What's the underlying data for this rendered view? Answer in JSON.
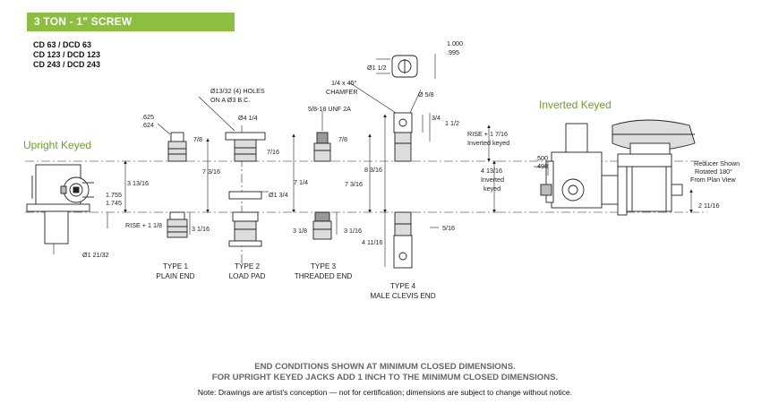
{
  "header": {
    "title": "3 TON - 1\" SCREW"
  },
  "models": [
    "CD 63 / DCD 63",
    "CD 123 / DCD 123",
    "CD 243 / DCD 243"
  ],
  "views": {
    "upright": "Upright Keyed",
    "inverted": "Inverted Keyed"
  },
  "dims": {
    "d1000": "1.000",
    "d995": ".995",
    "dia_1_1_2": "Ø1 1/2",
    "chamfer_1": "1/4 x 45°",
    "chamfer_2": "CHAMFER",
    "dia_5_8": "Ø 5/8",
    "holes_1": "Ø13/32 (4) HOLES",
    "holes_2": "ON A Ø3 B.C.",
    "dia_4_1_4": "Ø4 1/4",
    "thread": "5/8-18 UNF 2A",
    "d625": ".625",
    "d624": ".624",
    "d7_8_a": "7/8",
    "d7_16": "7/16",
    "d7_8_b": "7/8",
    "d3_4": "3/4",
    "d1_1_2": "1 1/2",
    "d3_13_16": "3 13/16",
    "d1755": "1.755",
    "d1745": "1.745",
    "rise_up": "RISE + 1 1/8",
    "d3_1_16_a": "3 1/16",
    "dia_1_21_32": "Ø1 21/32",
    "d7_3_16_a": "7 3/16",
    "dia_1_3_4": "Ø1 3/4",
    "d7_1_4": "7 1/4",
    "d3_1_8": "3 1/8",
    "d7_3_16_b": "7 3/16",
    "d3_1_16_b": "3 1/16",
    "d8_3_16": "8 3/16",
    "d4_11_16": "4 11/16",
    "d5_16": "5/16",
    "rise_inv_1": "RISE + 1 7/16",
    "rise_inv_2": "Inverted keyed",
    "d4_13_16": "4 13/16",
    "inv_keyed_1": "Inverted",
    "inv_keyed_2": "keyed",
    "d500": ".500",
    "d498": ".498",
    "reducer_1": "Reducer Shown",
    "reducer_2": "Rotated 180°",
    "reducer_3": "From Plan View",
    "d2_11_16": "2 11/16"
  },
  "types": {
    "t1a": "TYPE 1",
    "t1b": "PLAIN END",
    "t2a": "TYPE 2",
    "t2b": "LOAD PAD",
    "t3a": "TYPE 3",
    "t3b": "THREADED END",
    "t4a": "TYPE 4",
    "t4b": "MALE CLEVIS END"
  },
  "notes": {
    "line1": "END CONDITIONS SHOWN AT MINIMUM CLOSED DIMENSIONS.",
    "line2": "FOR UPRIGHT KEYED JACKS ADD 1 INCH TO THE MINIMUM CLOSED DIMENSIONS.",
    "disclaimer": "Note: Drawings are artist's conception — not for certification; dimensions are subject to change without notice."
  },
  "colors": {
    "accent": "#8cbf3f",
    "view_label": "#6aa022",
    "notes_text": "#666666"
  }
}
